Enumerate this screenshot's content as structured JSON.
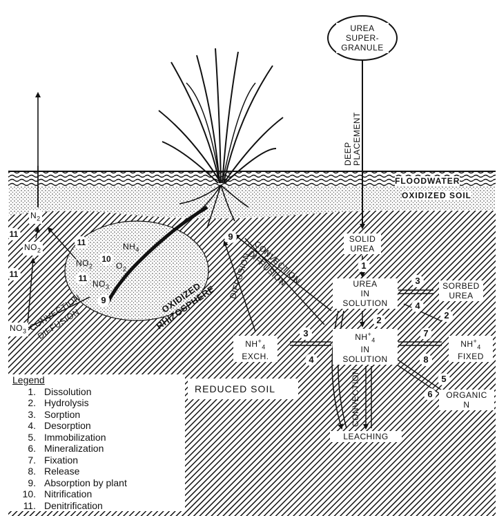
{
  "labels": {
    "urea_supergranule": [
      "UREA",
      "SUPER-",
      "GRANULE"
    ],
    "deep_placement": [
      "DEEP",
      "PLACEMENT"
    ],
    "floodwater": "FLOODWATER",
    "oxidized_soil": "OXIDIZED SOIL",
    "reduced_soil": "REDUCED SOIL",
    "oxidized_rhizosphere": [
      "OXIDIZED",
      "RHIZOSPHERE"
    ],
    "n2": "N",
    "no2_left": "NO",
    "no3_bottom": "NO",
    "no2_circle": "NO",
    "no3_circle": "NO",
    "nh4_circle": "NH",
    "o2_circle": "O",
    "convection_left": "CONVECTION",
    "diffusion_left": "DIFFUSION",
    "diffusion_center": "DIFFUSION",
    "convection_center": "CONVECTION",
    "diffusion_center2": "DIFFUSION",
    "convection_vertical": "CONVECTION",
    "solid_urea": [
      "SOLID",
      "UREA"
    ],
    "urea_in_solution": [
      "UREA",
      "IN",
      "SOLUTION"
    ],
    "sorbed_urea": [
      "SORBED",
      "UREA"
    ],
    "nh4_in_solution": [
      "NH",
      "IN",
      "SOLUTION"
    ],
    "nh4_exch": [
      "NH",
      "EXCH."
    ],
    "nh4_fixed": [
      "NH",
      "FIXED"
    ],
    "organic_n": [
      "ORGANIC",
      "N"
    ],
    "leaching": "LEACHING"
  },
  "numbers": {
    "n1": "1",
    "n2": "2",
    "n2b": "2",
    "n3": "3",
    "n3b": "3",
    "n4": "4",
    "n4b": "4",
    "n5": "5",
    "n6": "6",
    "n7": "7",
    "n8": "8",
    "n9": "9",
    "n9b": "9",
    "n10": "10",
    "n11a": "11",
    "n11b": "11",
    "n11c": "11",
    "n11d": "11"
  },
  "legend": {
    "title": "Legend",
    "items": [
      {
        "n": "1.",
        "label": "Dissolution"
      },
      {
        "n": "2.",
        "label": "Hydrolysis"
      },
      {
        "n": "3.",
        "label": "Sorption"
      },
      {
        "n": "4.",
        "label": "Desorption"
      },
      {
        "n": "5.",
        "label": "Immobilization"
      },
      {
        "n": "6.",
        "label": "Mineralization"
      },
      {
        "n": "7.",
        "label": "Fixation"
      },
      {
        "n": "8.",
        "label": "Release"
      },
      {
        "n": "9.",
        "label": "Absorption by plant"
      },
      {
        "n": "10.",
        "label": "Nitrification"
      },
      {
        "n": "11.",
        "label": "Denitrification"
      }
    ]
  }
}
